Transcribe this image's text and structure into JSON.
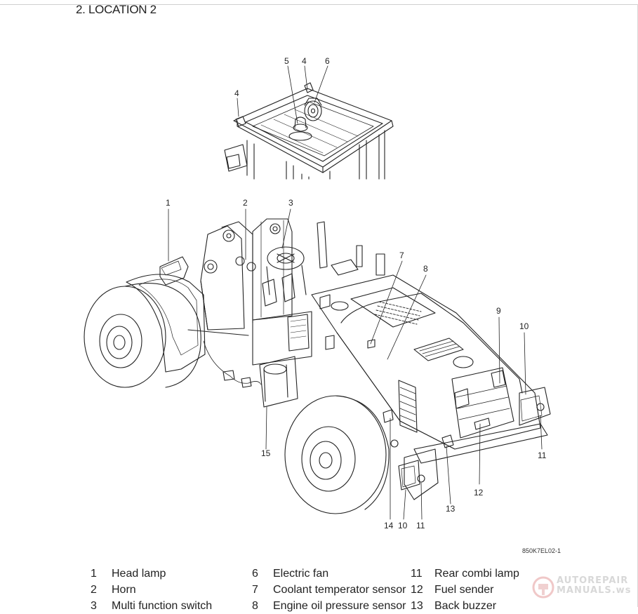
{
  "page": {
    "title": "2. LOCATION 2",
    "figure_code": "850K7EL02-1"
  },
  "top_callouts": [
    "5",
    "4",
    "6",
    "4"
  ],
  "main_callouts": [
    "1",
    "2",
    "3",
    "7",
    "8",
    "9",
    "10",
    "11",
    "12",
    "13",
    "14",
    "10",
    "11",
    "15"
  ],
  "legend": {
    "col1": [
      {
        "num": "1",
        "label": "Head lamp"
      },
      {
        "num": "2",
        "label": "Horn"
      },
      {
        "num": "3",
        "label": "Multi function switch"
      }
    ],
    "col2": [
      {
        "num": "6",
        "label": "Electric fan"
      },
      {
        "num": "7",
        "label": "Coolant temperator sensor"
      },
      {
        "num": "8",
        "label": "Engine oil pressure sensor"
      }
    ],
    "col3": [
      {
        "num": "11",
        "label": "Rear combi lamp"
      },
      {
        "num": "12",
        "label": "Fuel sender"
      },
      {
        "num": "13",
        "label": "Back buzzer"
      }
    ]
  },
  "watermark": {
    "line1": "AUTOREPAIR",
    "line2": "MANUALS.ws",
    "icon": "piston-logo-icon"
  }
}
